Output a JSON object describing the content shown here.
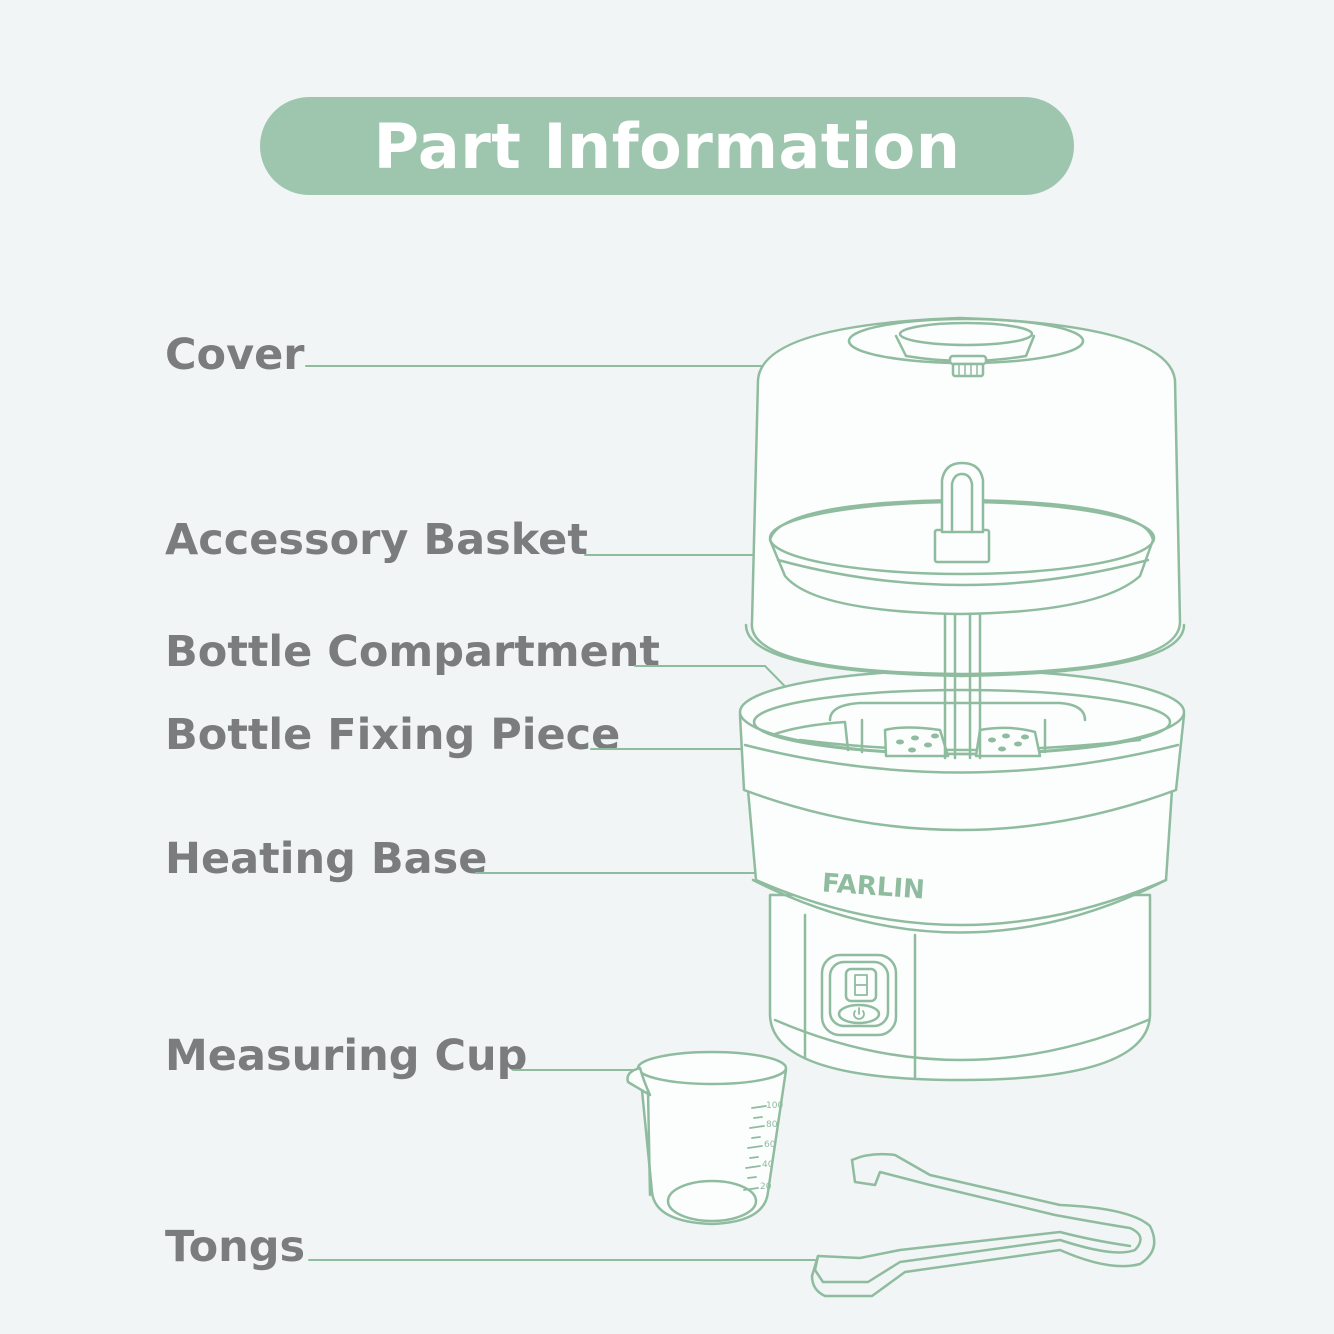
{
  "title": "Part Information",
  "colors": {
    "accent": "#9ec6ae",
    "line": "#8fbc9f",
    "label": "#7b7c7e",
    "background": "#f1f5f6"
  },
  "parts": [
    {
      "id": "cover",
      "label": "Cover"
    },
    {
      "id": "accessory-basket",
      "label": "Accessory Basket"
    },
    {
      "id": "bottle-compartment",
      "label": "Bottle Compartment"
    },
    {
      "id": "bottle-fixing-piece",
      "label": "Bottle Fixing Piece"
    },
    {
      "id": "heating-base",
      "label": "Heating Base"
    },
    {
      "id": "measuring-cup",
      "label": "Measuring Cup"
    },
    {
      "id": "tongs",
      "label": "Tongs"
    }
  ],
  "brand": "FARLIN",
  "cup_scale": [
    "100",
    "80",
    "60",
    "40",
    "20"
  ]
}
